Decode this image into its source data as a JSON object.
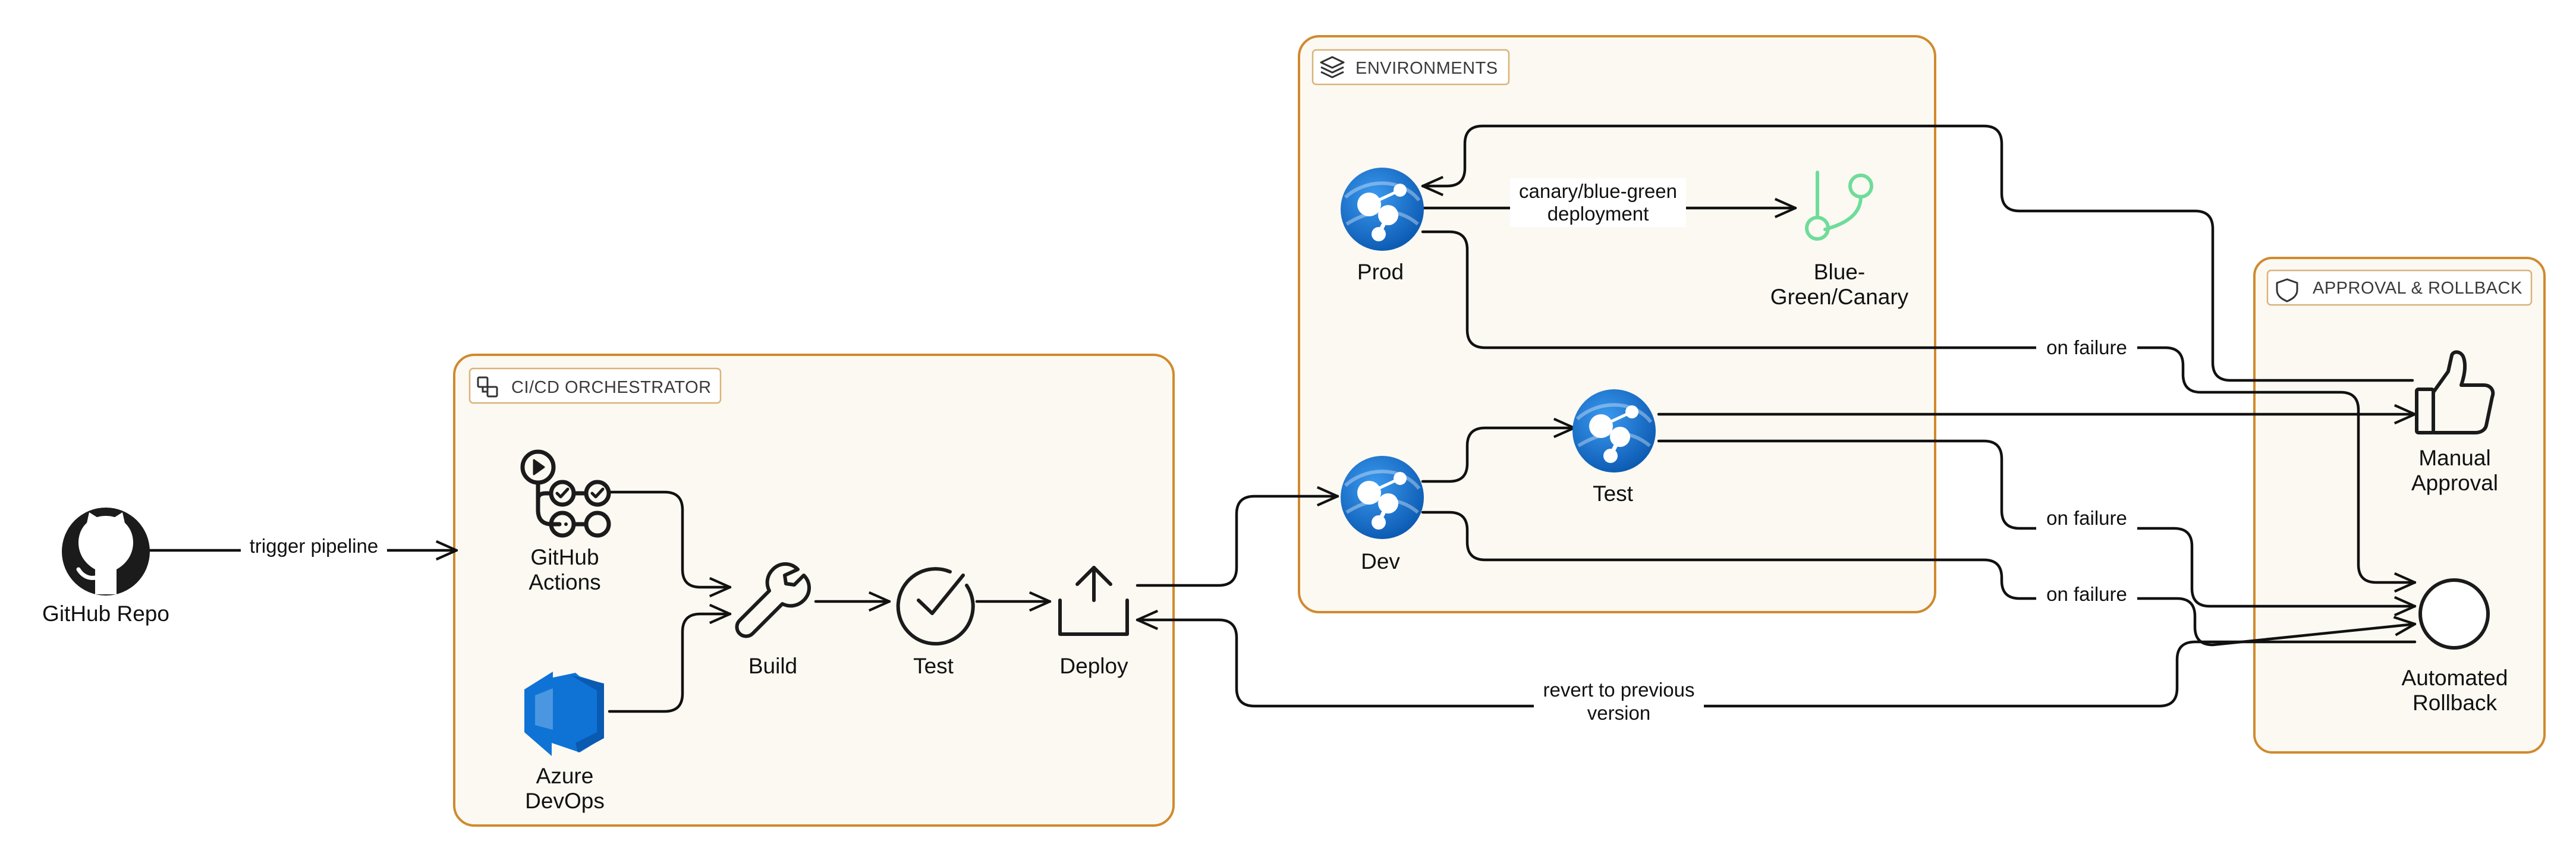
{
  "groups": {
    "orchestrator": {
      "label": "CI/CD ORCHESTRATOR",
      "fill": "#fcf9f2",
      "stroke": "#d08a2e"
    },
    "environments": {
      "label": "ENVIRONMENTS",
      "fill": "#fcf9f2",
      "stroke": "#d08a2e"
    },
    "approval": {
      "label": "APPROVAL & ROLLBACK",
      "fill": "#fcf9f2",
      "stroke": "#d08a2e"
    }
  },
  "nodes": {
    "github_repo": {
      "line1": "GitHub Repo",
      "line2": "",
      "icon": "github-icon"
    },
    "github_actions": {
      "line1": "GitHub",
      "line2": "Actions",
      "icon": "github-actions-icon"
    },
    "azure_devops": {
      "line1": "Azure",
      "line2": "DevOps",
      "icon": "azure-devops-icon"
    },
    "build": {
      "line1": "Build",
      "line2": "",
      "icon": "wrench-icon"
    },
    "test_stage": {
      "line1": "Test",
      "line2": "",
      "icon": "check-circle-icon"
    },
    "deploy": {
      "line1": "Deploy",
      "line2": "",
      "icon": "upload-icon"
    },
    "prod": {
      "line1": "Prod",
      "line2": "",
      "icon": "azure-app-service-icon"
    },
    "blue_green": {
      "line1": "Blue-",
      "line2": "Green/Canary",
      "icon": "git-branch-icon"
    },
    "env_test": {
      "line1": "Test",
      "line2": "",
      "icon": "azure-app-service-icon"
    },
    "dev": {
      "line1": "Dev",
      "line2": "",
      "icon": "azure-app-service-icon"
    },
    "manual_approval": {
      "line1": "Manual",
      "line2": "Approval",
      "icon": "thumbs-up-icon"
    },
    "automated_rollback": {
      "line1": "Automated",
      "line2": "Rollback",
      "icon": "circle-icon"
    }
  },
  "edges": {
    "trigger": "trigger pipeline",
    "canary": {
      "line1": "canary/blue-green",
      "line2": "deployment"
    },
    "prod_failure": "on failure",
    "test_failure": "on failure",
    "dev_failure": "on failure",
    "revert": {
      "line1": "revert to previous",
      "line2": "version"
    }
  },
  "colors": {
    "edge": "#111111",
    "azure_blue": "#1e78d2",
    "azure_blue_dark": "#0a58b0",
    "branch_green": "#6fdc9a",
    "group_border": "#d08a2e"
  }
}
